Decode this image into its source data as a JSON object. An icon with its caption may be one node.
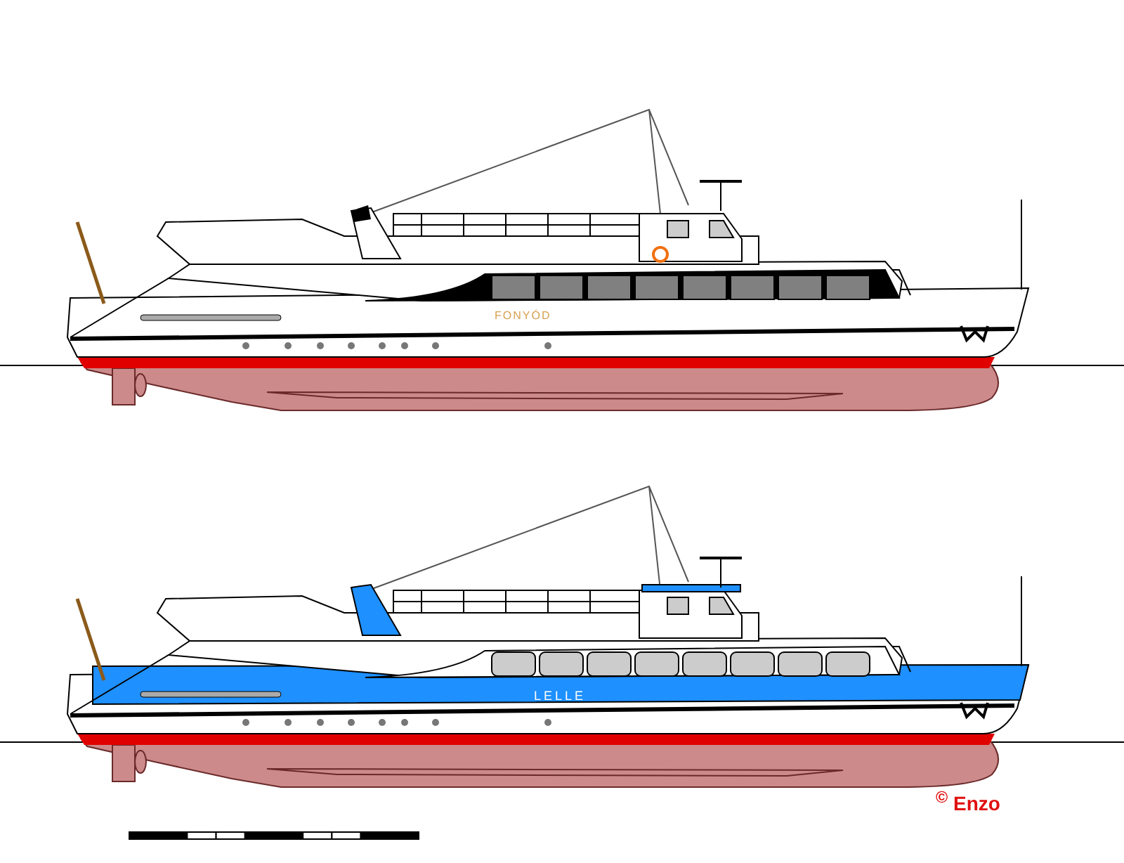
{
  "diagram": {
    "labels": [
      "FONYÓD",
      "LELLE",
      "$^{©}$ Enzo"
    ]
  }
}
